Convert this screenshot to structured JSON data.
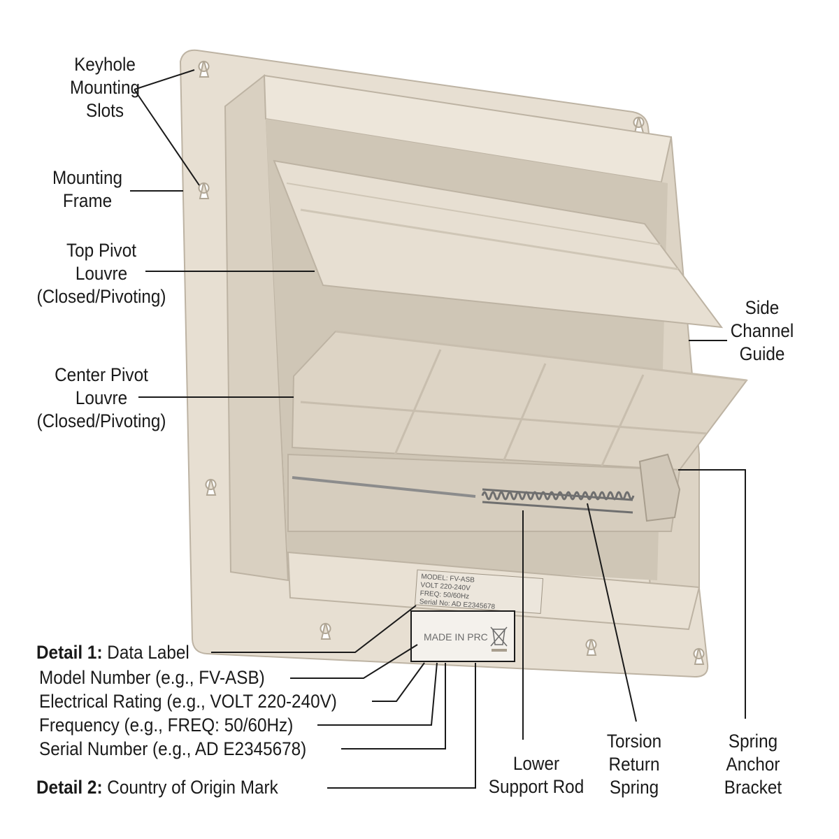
{
  "labels": {
    "keyhole": [
      "Keyhole",
      "Mounting",
      "Slots"
    ],
    "frame": [
      "Mounting",
      "Frame"
    ],
    "top_louvre": [
      "Top Pivot",
      "Louvre",
      "(Closed/Pivoting)"
    ],
    "center_louvre": [
      "Center Pivot",
      "Louvre",
      "(Closed/Pivoting)"
    ],
    "side_channel": [
      "Side",
      "Channel",
      "Guide"
    ],
    "detail1_prefix": "Detail 1:",
    "detail1_text": " Data Label",
    "model_number": "Model Number (e.g., FV-ASB)",
    "electrical_rating": "Electrical Rating (e.g., VOLT 220-240V)",
    "frequency": "Frequency (e.g., FREQ: 50/60Hz)",
    "serial_number": "Serial Number (e.g., AD E2345678)",
    "detail2_prefix": "Detail 2:",
    "detail2_text": " Country of Origin Mark",
    "lower_rod": [
      "Lower",
      "Support Rod"
    ],
    "torsion_spring": [
      "Torsion",
      "Return",
      "Spring"
    ],
    "anchor_bracket": [
      "Spring",
      "Anchor",
      "Bracket"
    ]
  },
  "device_label": {
    "line1": "MODEL: FV-ASB",
    "line2": "VOLT 220-240V",
    "line3": "FREQ: 50/60Hz",
    "line4": "Serial No: AD E2345678",
    "origin": "MADE IN PRC"
  },
  "colors": {
    "plastic": "#e7dfd2",
    "plastic_shade": "#d5ccbd",
    "plastic_dark": "#bdb3a3",
    "leader": "#1a1a1a"
  }
}
